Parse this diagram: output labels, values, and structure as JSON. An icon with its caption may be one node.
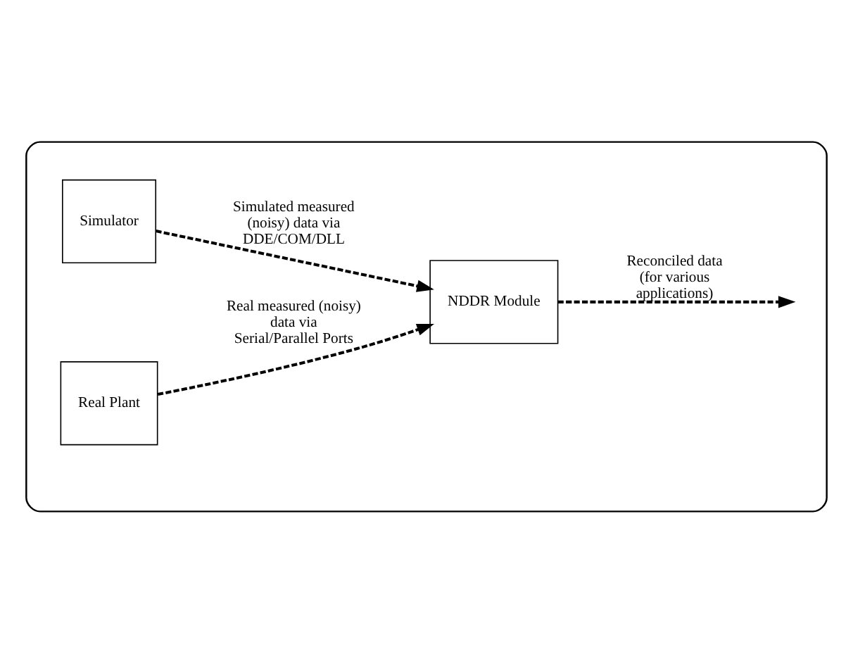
{
  "diagram": {
    "nodes": [
      {
        "text": [],
        "shape": "box"
      },
      {
        "text": [
          "Simulator"
        ],
        "in": 0
      },
      {
        "text": [
          "Real Plant"
        ],
        "in": 0
      },
      {
        "text": [
          "NDDR Module"
        ],
        "in": 0
      }
    ],
    "edges": [
      {
        "from": 1,
        "to": 3,
        "arrow": "to",
        "label": "Simulated measured (noisy) data via DDE/COM/DLL",
        "style": "dashed"
      },
      {
        "from": 2,
        "to": 3,
        "arrow": "to",
        "label": "Real measured (noisy) data via Serial/Parallel Ports",
        "style": "dashed"
      },
      {
        "from": 3,
        "to": null,
        "arrow": "to",
        "label": "Reconciled data (for various applications)",
        "style": "dashed"
      }
    ]
  }
}
